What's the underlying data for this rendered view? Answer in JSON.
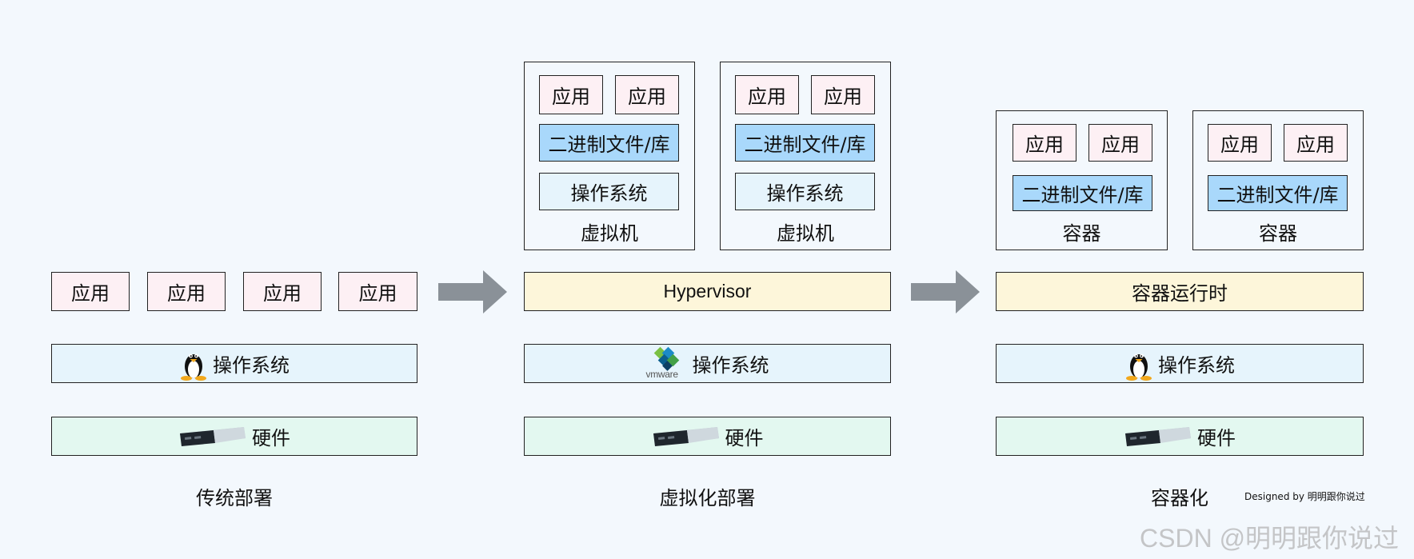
{
  "labels": {
    "app": "应用",
    "lib": "二进制文件/库",
    "os": "操作系统",
    "vm": "虚拟机",
    "container": "容器",
    "hypervisor": "Hypervisor",
    "container_runtime": "容器运行时",
    "hardware": "硬件"
  },
  "captions": {
    "traditional": "传统部署",
    "virtualized": "虚拟化部署",
    "containerized": "容器化"
  },
  "icons": {
    "linux": "linux-tux-icon",
    "vmware": "vmware-logo",
    "server": "rack-server-icon",
    "arrow": "right-arrow"
  },
  "vmware_text": "vmware",
  "credit": "Designed by 明明跟你说过",
  "watermark": "CSDN @明明跟你说过",
  "colors": {
    "app": "#fdf0f4",
    "lib": "#a9d8fb",
    "os": "#e6f4fc",
    "hardware": "#e3f8f0",
    "runtime": "#fdf6da",
    "arrow": "#8a9198",
    "background": "#f3f8fd"
  }
}
